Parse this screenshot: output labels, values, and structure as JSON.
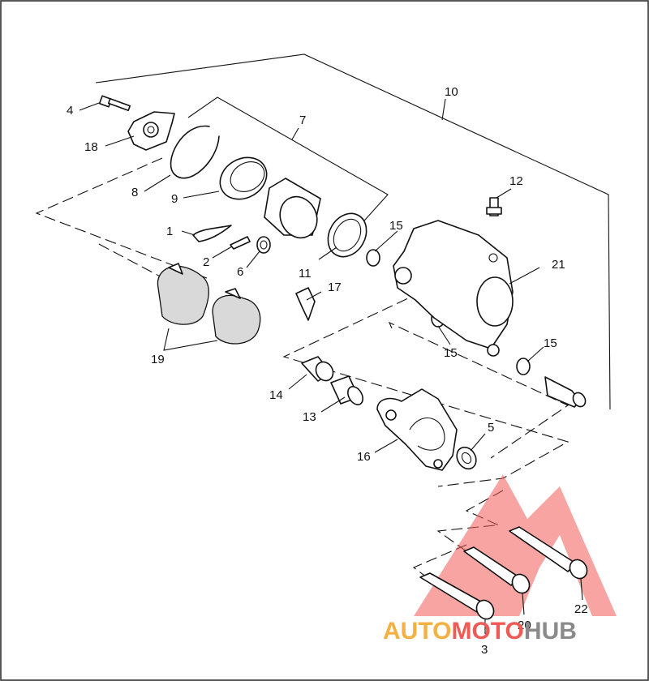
{
  "callouts": {
    "c1": "1",
    "c2": "2",
    "c3": "3",
    "c4": "4",
    "c5": "5",
    "c6": "6",
    "c7": "7",
    "c8": "8",
    "c9": "9",
    "c10": "10",
    "c11": "11",
    "c12": "12",
    "c13": "13",
    "c14": "14",
    "c15a": "15",
    "c15b": "15",
    "c15c": "15",
    "c16": "16",
    "c17": "17",
    "c18": "18",
    "c19": "19",
    "c20": "20",
    "c21": "21",
    "c22": "22"
  },
  "watermark": {
    "part1": "AUTO",
    "part2": "MOTO",
    "part3": "HUB",
    "color_orange": "#f5b041",
    "color_red": "#f05a55",
    "color_gray": "#8a8a8a"
  }
}
